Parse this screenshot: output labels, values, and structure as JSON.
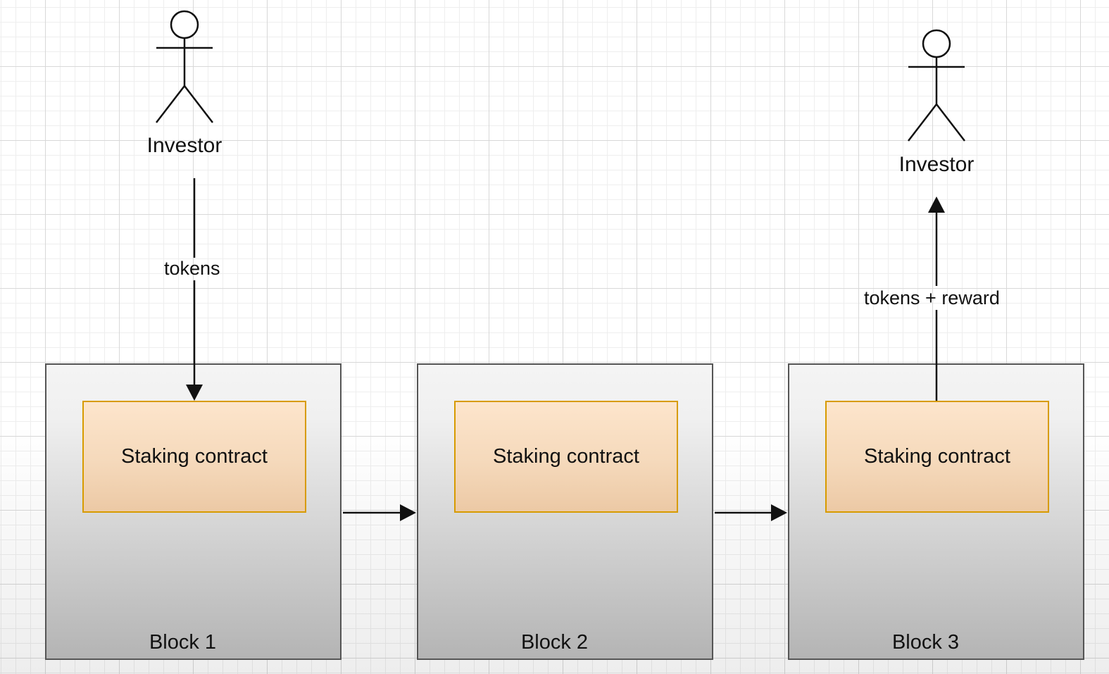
{
  "actors": [
    {
      "label": "Investor"
    },
    {
      "label": "Investor"
    }
  ],
  "blocks": [
    {
      "label": "Block 1",
      "contract": "Staking contract"
    },
    {
      "label": "Block 2",
      "contract": "Staking contract"
    },
    {
      "label": "Block 3",
      "contract": "Staking contract"
    }
  ],
  "edges": {
    "deposit": "tokens",
    "withdraw": "tokens + reward"
  },
  "colors": {
    "contract_fill": "#fde5cc",
    "contract_border": "#d79b00",
    "block_border": "#555555"
  }
}
